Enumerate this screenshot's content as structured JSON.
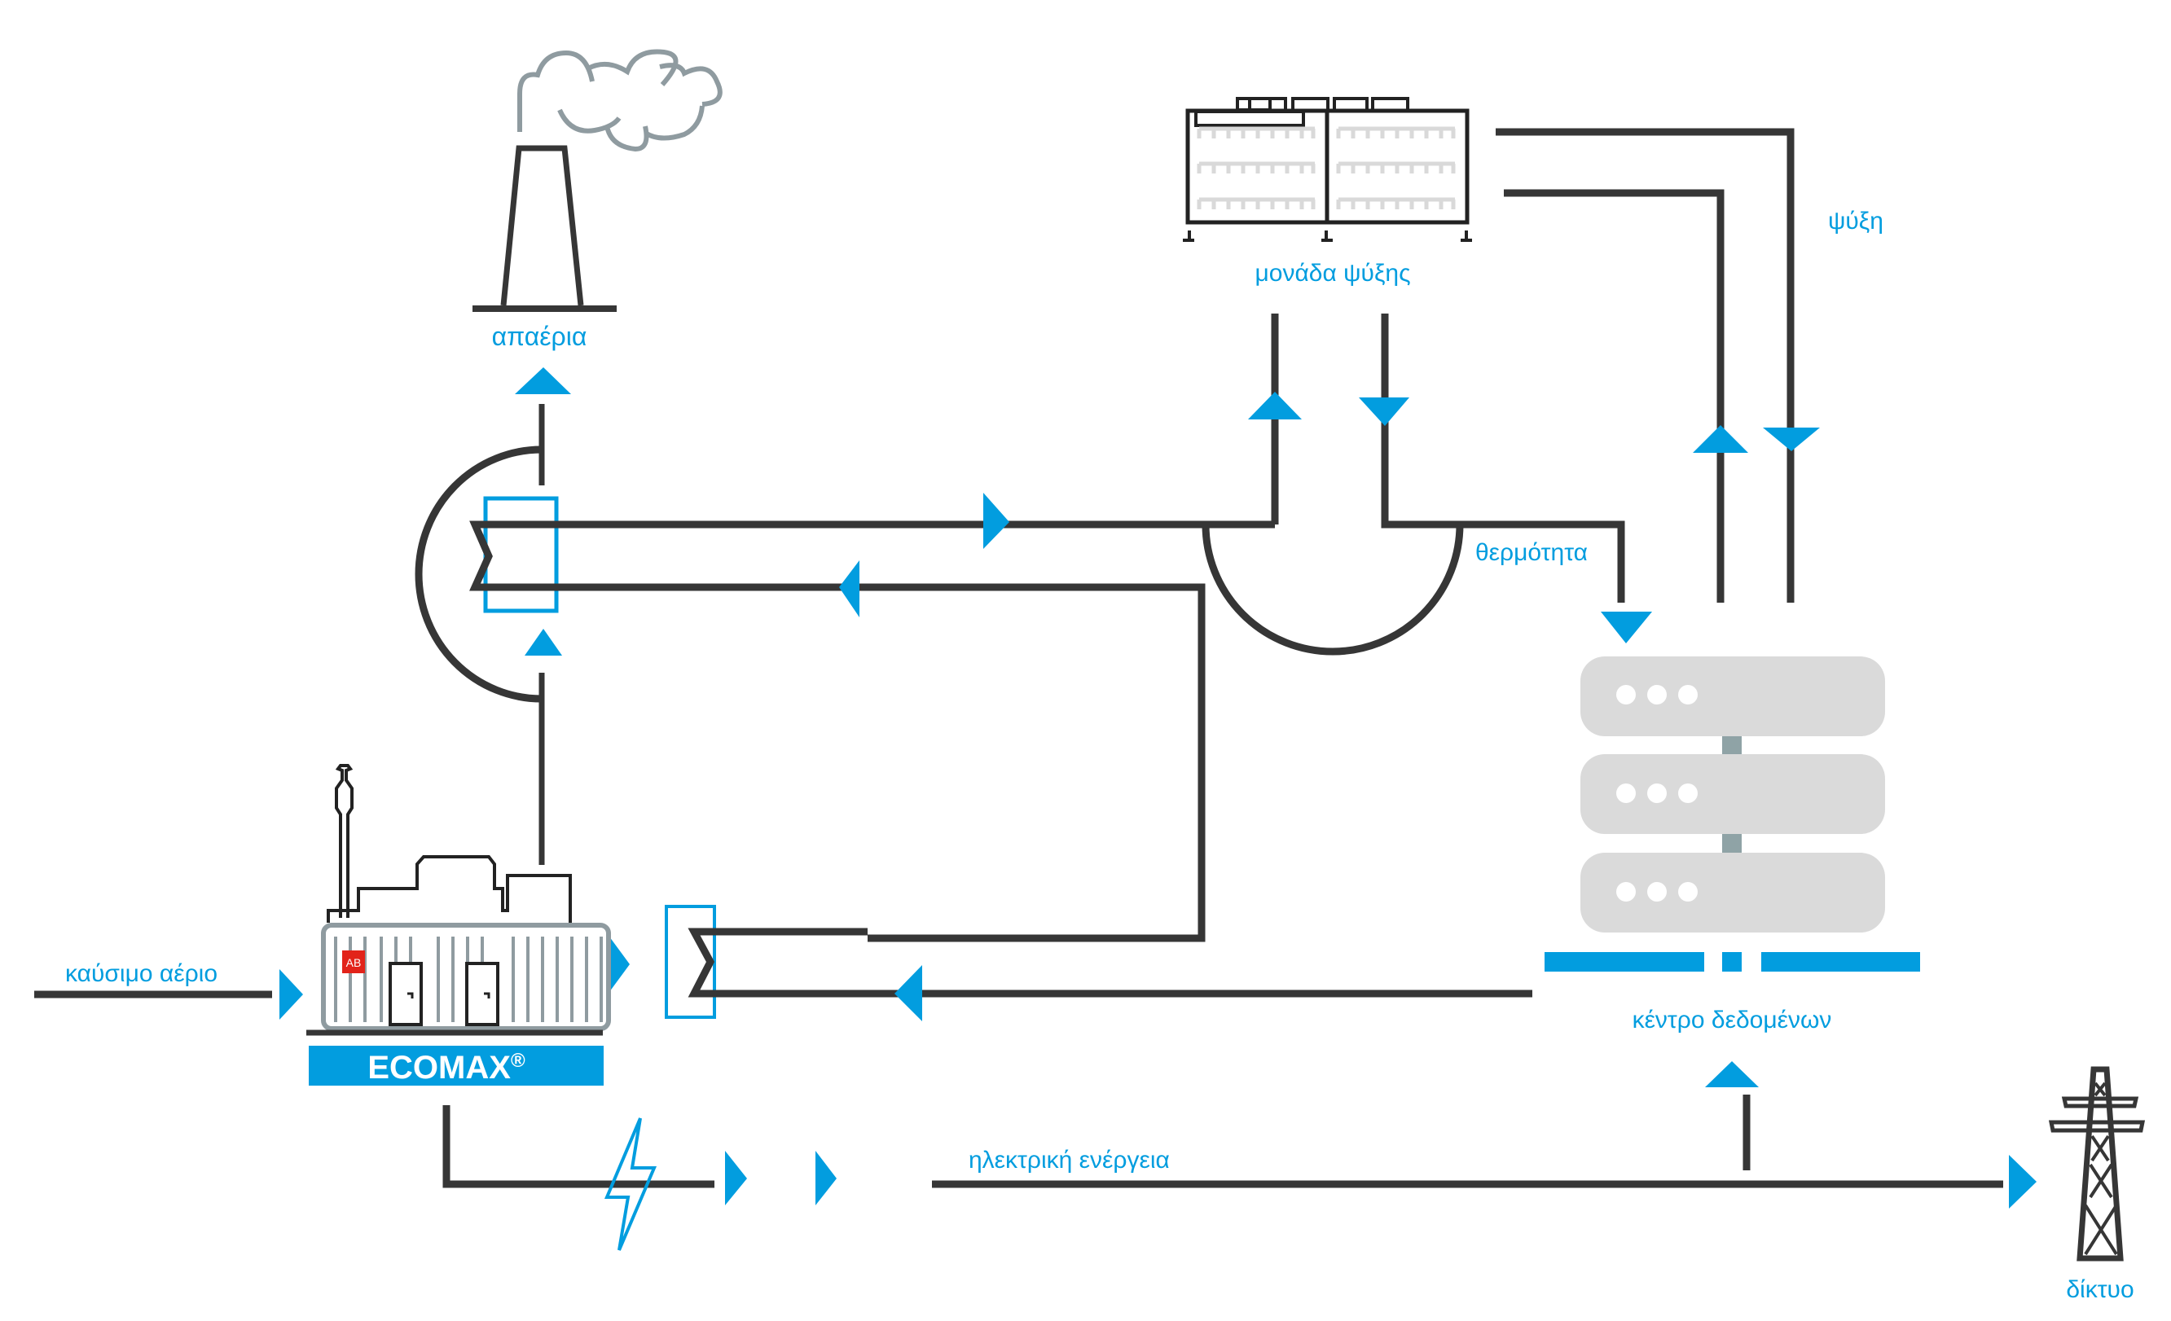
{
  "diagram": {
    "title": "ECOMAX trigeneration for data center",
    "accent_color": "#029ddf",
    "line_color": "#363636",
    "labels": {
      "exhaust": "απαέρια",
      "cooling_unit": "μονάδα ψύξης",
      "cooling": "ψύξη",
      "heat": "θερμότητα",
      "fuel_gas": "καύσιμο αέριο",
      "data_center": "κέντρο δεδομένων",
      "electric_energy": "ηλεκτρική ενέργεια",
      "grid": "δίκτυο"
    },
    "ecomax": {
      "name": "ECOMAX",
      "registered_mark": "®",
      "logo": "AB"
    },
    "icons": {
      "chimney": "chimney-icon",
      "smoke": "smoke-cloud-icon",
      "cooling_unit": "chiller-icon",
      "generator": "cogeneration-container-icon",
      "heat_exchanger": "heat-exchanger-icon",
      "absorber": "absorption-chiller-icon",
      "server": "server-rack-icon",
      "lightning": "lightning-bolt-icon",
      "pylon": "power-pylon-icon"
    },
    "server_units": 3
  }
}
